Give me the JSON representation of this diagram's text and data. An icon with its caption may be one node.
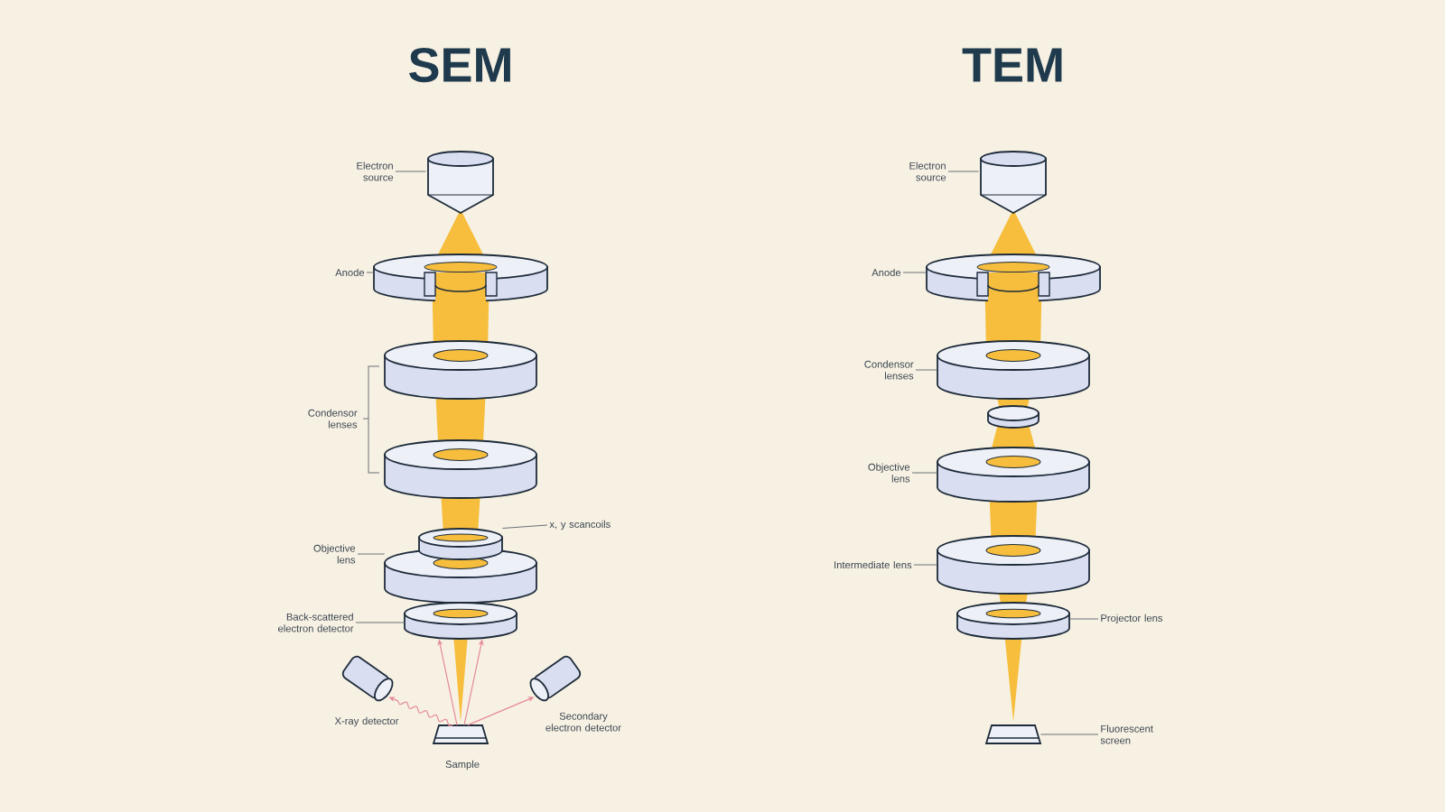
{
  "diagram": {
    "nodes": [
      {
        "text": [
          "Electron source"
        ]
      },
      {
        "text": [],
        "shape": "cylinder"
      },
      {
        "text": [
          "Anode"
        ]
      },
      {
        "text": [],
        "shape": "cylinder"
      },
      {
        "text": [],
        "shape": "cylinder"
      },
      {
        "text": [],
        "shape": "cylinder"
      },
      {
        "text": [
          "x, y scancoils"
        ]
      },
      {
        "text": [],
        "shape": "cylinder"
      },
      {
        "text": [
          "Objective lens"
        ]
      },
      {
        "text": [],
        "shape": "cylinder"
      },
      {
        "text": [
          "Back-scattered electron detector"
        ]
      },
      {
        "text": [],
        "shape": "cylinder"
      },
      {
        "text": [],
        "shape": "cylinder",
        "beside": [
          "X-ray detector"
        ]
      },
      {
        "text": [],
        "shape": "cylinder",
        "beside": [
          "Secondary electron detector"
        ]
      },
      {
        "text": [],
        "shape": "box",
        "beside": [
          "Sample"
        ]
      },
      {
        "text": [
          "Electron source"
        ]
      },
      {
        "text": [],
        "shape": "cylinder"
      },
      {
        "text": [
          "Anode"
        ]
      },
      {
        "text": [],
        "shape": "cylinder"
      },
      {
        "text": [
          "Condensor lenses"
        ]
      },
      {
        "text": [],
        "shape": "cylinder"
      },
      {
        "text": [],
        "shape": "cylinder"
      },
      {
        "text": [
          "Objective lens"
        ]
      },
      {
        "text": [],
        "shape": "cylinder"
      },
      {
        "text": [
          "Intermediate lens"
        ]
      },
      {
        "text": [],
        "shape": "cylinder"
      },
      {
        "text": [
          "Projector lens"
        ]
      },
      {
        "text": [],
        "shape": "cylinder"
      },
      {
        "text": [
          "Fluorescent screen"
        ]
      },
      {
        "text": [],
        "shape": "box"
      }
    ],
    "edges": [
      {
        "from": 0,
        "to": 1,
        "arrow": "none"
      },
      {
        "from": 2,
        "to": 3,
        "arrow": "none"
      },
      {
        "from": 6,
        "to": 7,
        "arrow": "none"
      },
      {
        "from": 8,
        "to": 9,
        "arrow": "none"
      },
      {
        "from": 10,
        "to": 11,
        "arrow": "none"
      },
      {
        "from": 14,
        "to": 11,
        "arrow": "to",
        "color": "#e58a9c"
      },
      {
        "from": 14,
        "to": 11,
        "arrow": "to",
        "color": "#e58a9c"
      },
      {
        "from": 14,
        "to": 12,
        "arrow": "to",
        "color": "#e58a9c"
      },
      {
        "from": 14,
        "to": 13,
        "arrow": "to",
        "color": "#e58a9c"
      },
      {
        "from": 15,
        "to": 16,
        "arrow": "none"
      },
      {
        "from": 17,
        "to": 18,
        "arrow": "none"
      },
      {
        "from": 19,
        "to": 20,
        "arrow": "none"
      },
      {
        "from": 22,
        "to": 23,
        "arrow": "none"
      },
      {
        "from": 24,
        "to": 25,
        "arrow": "none"
      },
      {
        "from": 26,
        "to": 27,
        "arrow": "none"
      },
      {
        "from": 28,
        "to": 29,
        "arrow": "none"
      }
    ],
    "labels": [
      "SEM",
      "TEM",
      "Condensor lenses"
    ]
  }
}
